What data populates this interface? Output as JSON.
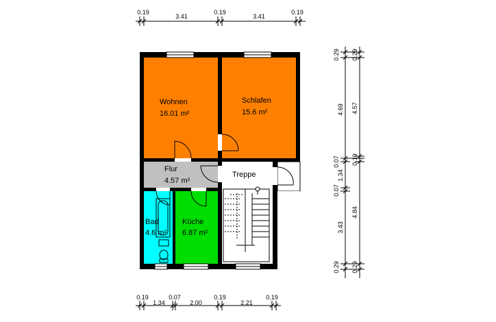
{
  "colors": {
    "wall": "#000000",
    "wohnen": "#ff8000",
    "schlafen": "#ff8000",
    "flur": "#c0c0c0",
    "bad": "#00ffff",
    "kueche": "#00dd00",
    "treppe": "#ffffff"
  },
  "rooms": {
    "wohnen": {
      "name": "Wohnen",
      "area": "16.01 m²"
    },
    "schlafen": {
      "name": "Schlafen",
      "area": "15.6 m²"
    },
    "flur": {
      "name": "Flur",
      "area": "4.57 m²"
    },
    "bad": {
      "name": "Bad",
      "area": "4.6 m²"
    },
    "kueche": {
      "name": "Küche",
      "area": "6.87 m²"
    },
    "treppe": {
      "name": "Treppe"
    }
  },
  "dimensions": {
    "top": [
      "0.19",
      "3.41",
      "0.19",
      "3.41",
      "0.19"
    ],
    "bottom": [
      "0.19",
      "1.34",
      "0.07",
      "2.00",
      "0.19",
      "2.21",
      "0.19"
    ],
    "right_outer": [
      "0.29",
      "4.69",
      "0.07",
      "1.34",
      "0.07",
      "3.43",
      "0.29"
    ],
    "right_inner": [
      "0.29",
      "4.57",
      "0.19",
      "4.84",
      "0.29"
    ]
  }
}
